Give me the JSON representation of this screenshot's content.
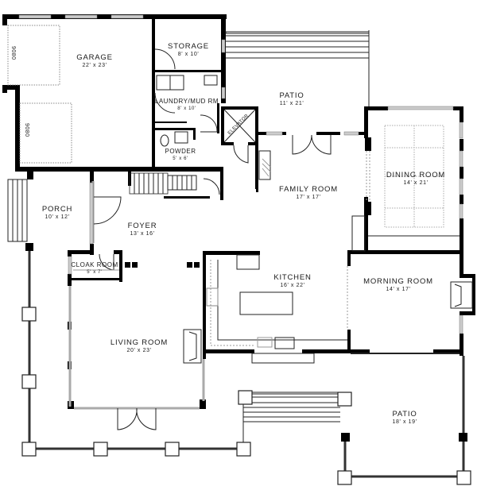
{
  "plan": {
    "type": "residential-floor-plan",
    "rooms": [
      {
        "id": "garage",
        "name": "GARAGE",
        "dims": "22' x 23'"
      },
      {
        "id": "storage",
        "name": "STORAGE",
        "dims": "8' x 10'"
      },
      {
        "id": "laundry",
        "name": "LAUNDRY/MUD RM",
        "dims": "8' x 10'"
      },
      {
        "id": "powder",
        "name": "POWDER",
        "dims": "5' x 6'"
      },
      {
        "id": "patio-north",
        "name": "PATIO",
        "dims": "11' x 21'"
      },
      {
        "id": "family",
        "name": "FAMILY ROOM",
        "dims": "17' x 17'"
      },
      {
        "id": "dining",
        "name": "DINING ROOM",
        "dims": "14' x 21'"
      },
      {
        "id": "porch",
        "name": "PORCH",
        "dims": "10' x 12'"
      },
      {
        "id": "foyer",
        "name": "FOYER",
        "dims": "13' x 16'"
      },
      {
        "id": "cloak",
        "name": "CLOAK ROOM",
        "dims": "5' x 7'"
      },
      {
        "id": "kitchen",
        "name": "KITCHEN",
        "dims": "16' x 22'"
      },
      {
        "id": "morning",
        "name": "MORNING ROOM",
        "dims": "14' x 17'"
      },
      {
        "id": "living",
        "name": "LIVING ROOM",
        "dims": "20' x 23'"
      },
      {
        "id": "patio-south",
        "name": "PATIO",
        "dims": "18' x 19'"
      }
    ],
    "annotations": {
      "garage_door_1": "9080",
      "garage_door_2": "9080",
      "elevator": "ELEVATOR"
    },
    "colors": {
      "wall": "#000000",
      "line": "#222222",
      "window": "#bdbdbd",
      "dashed": "#9a9a9a",
      "background": "#ffffff"
    }
  }
}
